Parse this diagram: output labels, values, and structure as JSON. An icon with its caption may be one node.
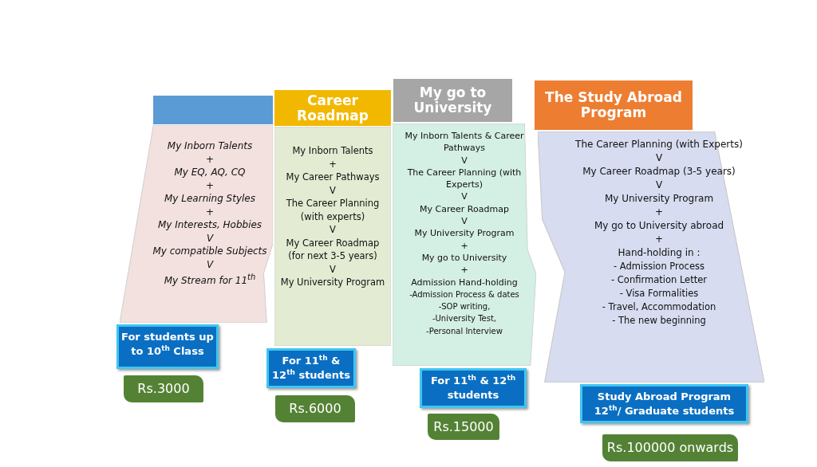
{
  "diagram": {
    "nodes": [
      {
        "text": [],
        "shape": "box"
      },
      {
        "text": [
          "My Inborn Talents",
          "+",
          "My EQ, AQ, CQ",
          "+",
          "My Learning Styles",
          "+",
          "My Interests, Hobbies",
          "V",
          "My compatible Subjects",
          "V",
          "My Stream for 11$^{th}$"
        ]
      },
      {
        "text": [
          "For students up to 10$^{th}$ Class"
        ]
      },
      {
        "text": [
          "Rs.3000"
        ]
      },
      {
        "text": [
          "Career Roadmap"
        ]
      },
      {
        "text": [
          "My Inborn Talents",
          "+",
          "My Career Pathways",
          "V",
          "The Career Planning (with experts)",
          "V",
          "My Career Roadmap (for next 3-5 years)",
          "V",
          "My University Program"
        ]
      },
      {
        "text": [
          "For 11$^{th}$ & 12$^{th}$ students"
        ]
      },
      {
        "text": [
          "Rs.6000"
        ]
      },
      {
        "text": [
          "My go to University"
        ]
      },
      {
        "text": [
          "My Inborn Talents & Career Pathways",
          "V",
          "The Career Planning (with Experts)",
          "V",
          "My Career Roadmap",
          "V",
          "My University  Program",
          "+",
          "My go to University",
          "+",
          "Admission Hand-holding",
          "-Admission Process & dates",
          "-SOP writing,",
          "-University Test,",
          "-Personal Interview"
        ]
      },
      {
        "text": [
          "For 11$^{th}$ & 12$^{th}$ students"
        ]
      },
      {
        "text": [
          "Rs.15000"
        ]
      },
      {
        "text": [
          "The Study Abroad Program"
        ]
      },
      {
        "text": [
          "The Career Planning (with Experts)",
          "V",
          "My Career Roadmap (3-5 years)",
          "V",
          "My University Program",
          "+",
          "My go to University abroad",
          "+",
          "Hand-holding in :",
          "- Admission Process",
          "- Confirmation Letter",
          "- Visa Formalities",
          "- Travel, Accommodation",
          "- The new beginning"
        ]
      },
      {
        "text": [
          "Study Abroad Program 12$^{th}$/ Graduate students"
        ]
      },
      {
        "text": [
          "Rs.100000 onwards"
        ]
      }
    ]
  }
}
